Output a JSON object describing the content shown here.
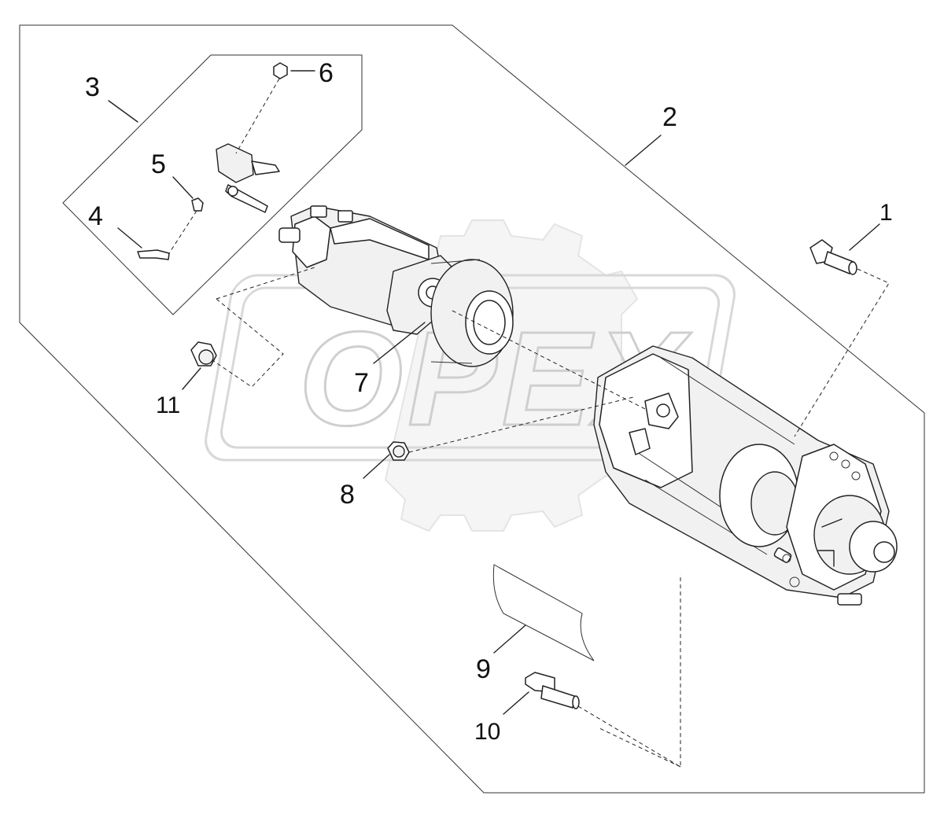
{
  "watermark": {
    "text": "OPEX"
  },
  "callouts": [
    {
      "id": "1",
      "label": "1"
    },
    {
      "id": "2",
      "label": "2"
    },
    {
      "id": "3",
      "label": "3"
    },
    {
      "id": "4",
      "label": "4"
    },
    {
      "id": "5",
      "label": "5"
    },
    {
      "id": "6",
      "label": "6"
    },
    {
      "id": "7",
      "label": "7"
    },
    {
      "id": "8",
      "label": "8"
    },
    {
      "id": "9",
      "label": "9"
    },
    {
      "id": "10",
      "label": "10"
    },
    {
      "id": "11",
      "label": "11"
    }
  ]
}
